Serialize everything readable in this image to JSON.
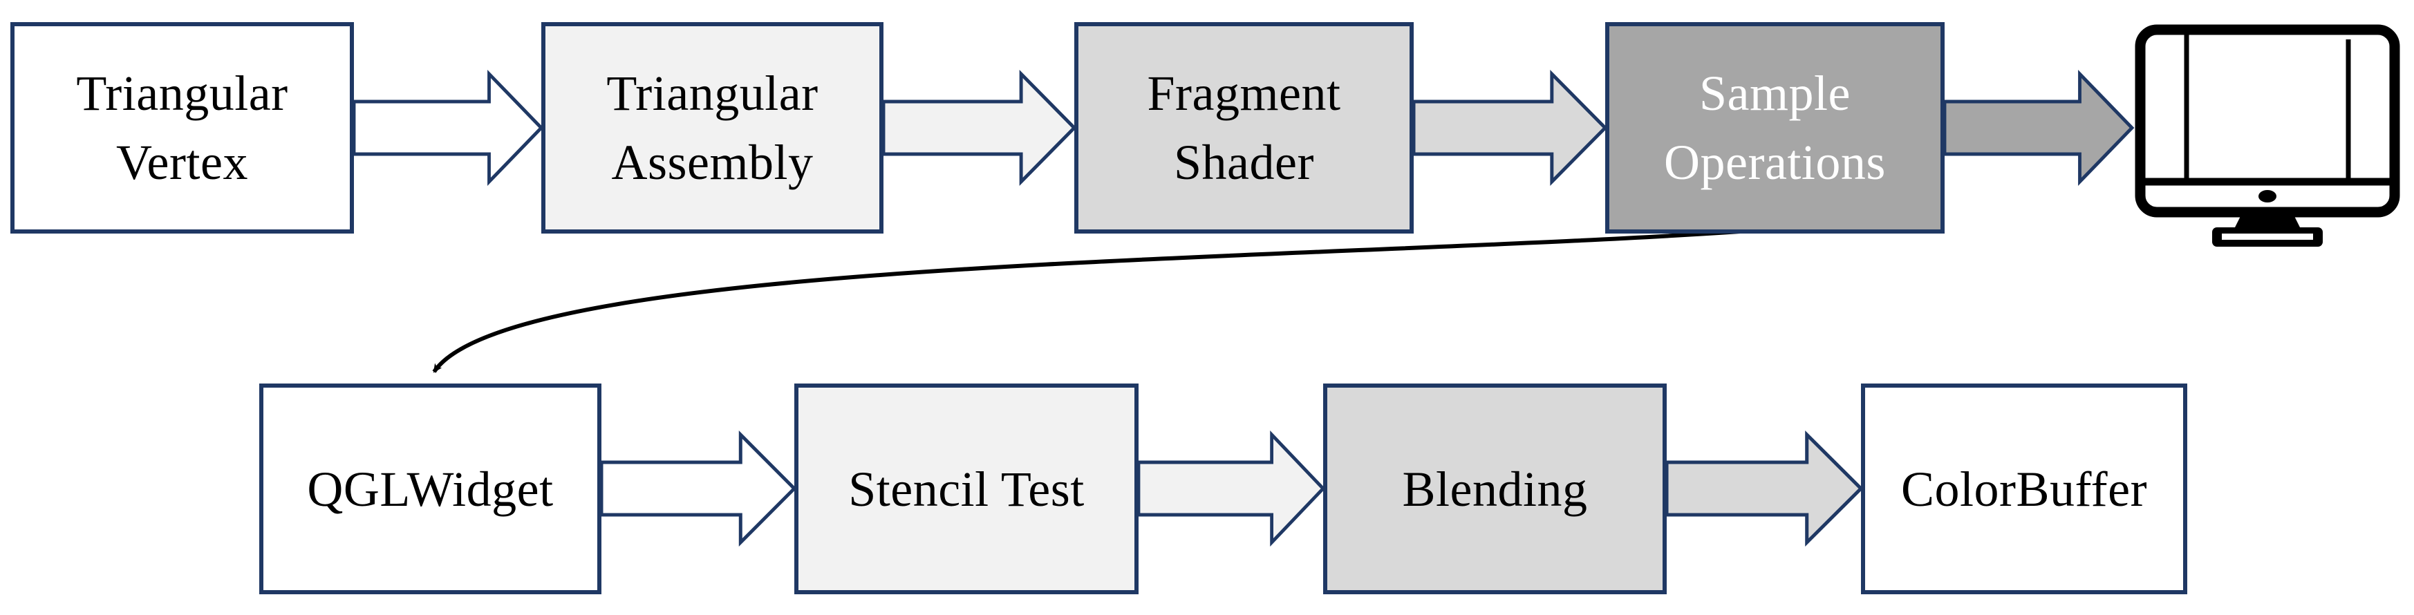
{
  "diagram": {
    "border_color": "#1F3864",
    "background_color": "#FFFFFF",
    "nodes": [
      {
        "id": "triangular-vertex",
        "label": "Triangular\nVertex",
        "fill": "#FFFFFF",
        "text_color": "#000000"
      },
      {
        "id": "triangular-assembly",
        "label": "Triangular\nAssembly",
        "fill": "#F2F2F2",
        "text_color": "#000000"
      },
      {
        "id": "fragment-shader",
        "label": "Fragment\nShader",
        "fill": "#D9D9D9",
        "text_color": "#000000"
      },
      {
        "id": "sample-operations",
        "label": "Sample\nOperations",
        "fill": "#A6A6A6",
        "text_color": "#FFFFFF"
      },
      {
        "id": "qglwidget",
        "label": "QGLWidget",
        "fill": "#FFFFFF",
        "text_color": "#000000"
      },
      {
        "id": "stencil-test",
        "label": "Stencil Test",
        "fill": "#F2F2F2",
        "text_color": "#000000"
      },
      {
        "id": "blending",
        "label": "Blending",
        "fill": "#D9D9D9",
        "text_color": "#000000"
      },
      {
        "id": "colorbuffer",
        "label": "ColorBuffer",
        "fill": "#FFFFFF",
        "text_color": "#000000"
      }
    ],
    "arrows": [
      {
        "from": "triangular-vertex",
        "to": "triangular-assembly",
        "fill": "#FFFFFF"
      },
      {
        "from": "triangular-assembly",
        "to": "fragment-shader",
        "fill": "#F2F2F2"
      },
      {
        "from": "fragment-shader",
        "to": "sample-operations",
        "fill": "#D9D9D9"
      },
      {
        "from": "sample-operations",
        "to": "display-monitor",
        "fill": "#A6A6A6"
      },
      {
        "from": "qglwidget",
        "to": "stencil-test",
        "fill": "#FFFFFF"
      },
      {
        "from": "stencil-test",
        "to": "blending",
        "fill": "#F2F2F2"
      },
      {
        "from": "blending",
        "to": "colorbuffer",
        "fill": "#D9D9D9"
      }
    ],
    "connector": {
      "from": "sample-operations",
      "to": "qglwidget",
      "color": "#000000"
    },
    "monitor_icon": {
      "color": "#000000"
    }
  }
}
